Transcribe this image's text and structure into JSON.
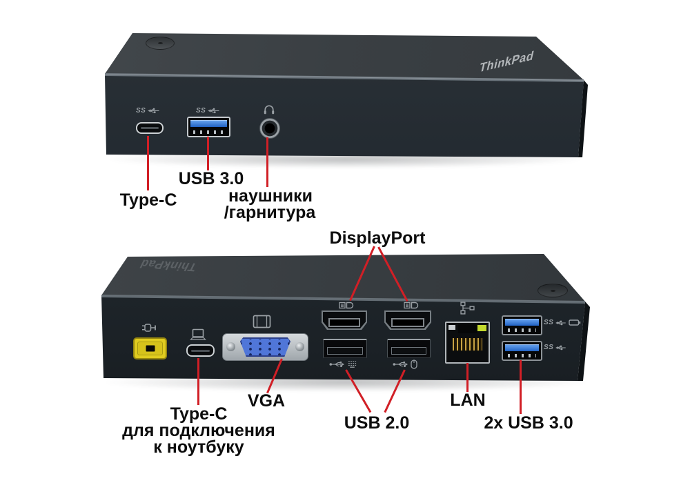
{
  "meta": {
    "description": "Annotated product photo of a ThinkPad USB-C dock, front and rear views",
    "background": "#ffffff",
    "accent_red": "#d11f26"
  },
  "device": {
    "brand": "ThinkPad"
  },
  "icon_text": {
    "superspeed": "SS"
  },
  "front_view": {
    "ports": [
      {
        "type": "usb-type-c",
        "icon": "usb-superspeed-icon"
      },
      {
        "type": "usb-3.0-type-a",
        "icon": "usb-superspeed-icon"
      },
      {
        "type": "headphone-jack",
        "icon": "headphones-icon"
      }
    ],
    "labels": {
      "type_c": "Type-C",
      "usb3": "USB 3.0",
      "audio_line1": "наушники",
      "audio_line2": "/гарнитура"
    }
  },
  "rear_view": {
    "ports": [
      {
        "type": "power-connector",
        "icon": "power-plug-icon"
      },
      {
        "type": "usb-type-c-to-laptop",
        "icon": "laptop-icon"
      },
      {
        "type": "vga",
        "icon": "monitor-icon"
      },
      {
        "type": "displayport-1",
        "icon": "displayport-icon"
      },
      {
        "type": "displayport-2",
        "icon": "displayport-icon"
      },
      {
        "type": "usb-2.0-port-1",
        "icon": "usb-trident-keyboard-icon"
      },
      {
        "type": "usb-2.0-port-2",
        "icon": "usb-trident-mouse-icon"
      },
      {
        "type": "ethernet-rj45",
        "icon": "ethernet-icon"
      },
      {
        "type": "usb-3.0-charging",
        "icon": "usb-superspeed-battery-icon"
      },
      {
        "type": "usb-3.0",
        "icon": "usb-superspeed-icon"
      }
    ],
    "labels": {
      "displayport": "DisplayPort",
      "vga": "VGA",
      "type_c_line1": "Type-C",
      "type_c_line2": "для подключения",
      "type_c_line3": "к ноутбуку",
      "usb2": "USB 2.0",
      "lan": "LAN",
      "usb3_2x": "2x USB 3.0"
    }
  }
}
